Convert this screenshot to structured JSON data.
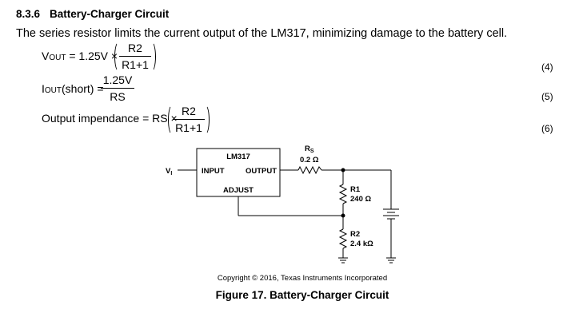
{
  "section": {
    "number": "8.3.6",
    "title": "Battery-Charger Circuit",
    "intro": "The series resistor limits the current output of the LM317, minimizing damage to the battery cell."
  },
  "equations": [
    {
      "lhs_main": "V",
      "lhs_sub": "OUT",
      "rhs_prefix": " = 1.25V ×",
      "numerator": "R2",
      "denominator": "R1+1",
      "number": "(4)"
    },
    {
      "lhs_main": "I",
      "lhs_sub": "OUT",
      "lhs_suffix": "(short) =",
      "numerator": "1.25V",
      "denominator": "RS",
      "number": "(5)"
    },
    {
      "lhs": "Output impendance = RS ×",
      "numerator": "R2",
      "denominator": "R1+1",
      "number": "(6)"
    }
  ],
  "circuit": {
    "ic_name": "LM317",
    "ic_input": "INPUT",
    "ic_output": "OUTPUT",
    "ic_adjust": "ADJUST",
    "vin_main": "V",
    "vin_sub": "I",
    "rs_main": "R",
    "rs_sub": "S",
    "rs_value": "0.2 Ω",
    "r1_label": "R1",
    "r1_value": "240 Ω",
    "r2_label": "R2",
    "r2_value": "2.4 kΩ"
  },
  "copyright": "Copyright © 2016, Texas Instruments Incorporated",
  "caption": "Figure 17.  Battery-Charger Circuit"
}
